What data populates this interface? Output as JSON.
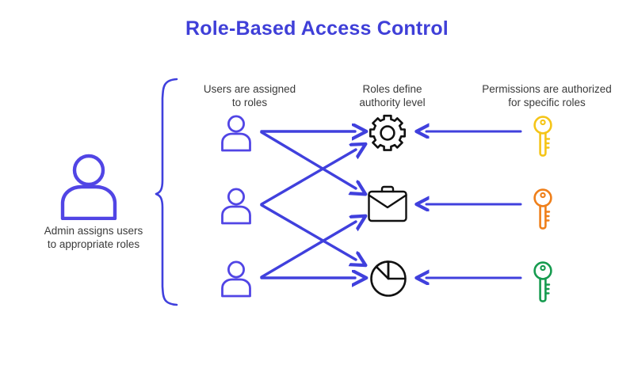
{
  "page": {
    "title": "Role-Based Access Control",
    "background": "#ffffff"
  },
  "colors": {
    "title": "#3f3fd8",
    "arrow": "#4040dd",
    "brace": "#4040dd",
    "user_icon": "#5145e5",
    "admin_icon": "#5145e5",
    "role_icon": "#111111",
    "caption_text": "#3a3a3a",
    "key_yellow": "#f5c518",
    "key_orange": "#ef7f1a",
    "key_green": "#169b4f"
  },
  "captions": {
    "users": "Users are assigned\nto roles",
    "roles": "Roles define\nauthority level",
    "permissions": "Permissions are authorized\nfor specific roles",
    "admin": "Admin assigns users\nto appropriate roles"
  },
  "admin": {
    "icon": "person-icon",
    "label": "Admin assigns users to appropriate roles"
  },
  "brace": {
    "icon": "curly-brace",
    "spans": "users-column"
  },
  "users": [
    {
      "icon": "user-icon",
      "id": "user-1"
    },
    {
      "icon": "user-icon",
      "id": "user-2"
    },
    {
      "icon": "user-icon",
      "id": "user-3"
    }
  ],
  "roles": [
    {
      "icon": "gear-icon",
      "id": "role-1"
    },
    {
      "icon": "briefcase-icon",
      "id": "role-2"
    },
    {
      "icon": "pie-chart-icon",
      "id": "role-3"
    }
  ],
  "permissions": [
    {
      "icon": "key-icon",
      "id": "permission-1",
      "color": "#f5c518"
    },
    {
      "icon": "key-icon",
      "id": "permission-2",
      "color": "#ef7f1a"
    },
    {
      "icon": "key-icon",
      "id": "permission-3",
      "color": "#169b4f"
    }
  ],
  "connections": {
    "user_to_role": [
      {
        "from": "user-1",
        "to": "role-1",
        "style": "straight"
      },
      {
        "from": "user-1",
        "to": "role-2",
        "style": "diagonal-down"
      },
      {
        "from": "user-2",
        "to": "role-1",
        "style": "diagonal-up"
      },
      {
        "from": "user-2",
        "to": "role-3",
        "style": "diagonal-down"
      },
      {
        "from": "user-3",
        "to": "role-2",
        "style": "diagonal-up"
      },
      {
        "from": "user-3",
        "to": "role-3",
        "style": "straight"
      }
    ],
    "permission_to_role": [
      {
        "from": "permission-1",
        "to": "role-1",
        "style": "straight-left"
      },
      {
        "from": "permission-2",
        "to": "role-2",
        "style": "straight-left"
      },
      {
        "from": "permission-3",
        "to": "role-3",
        "style": "straight-left"
      }
    ]
  }
}
